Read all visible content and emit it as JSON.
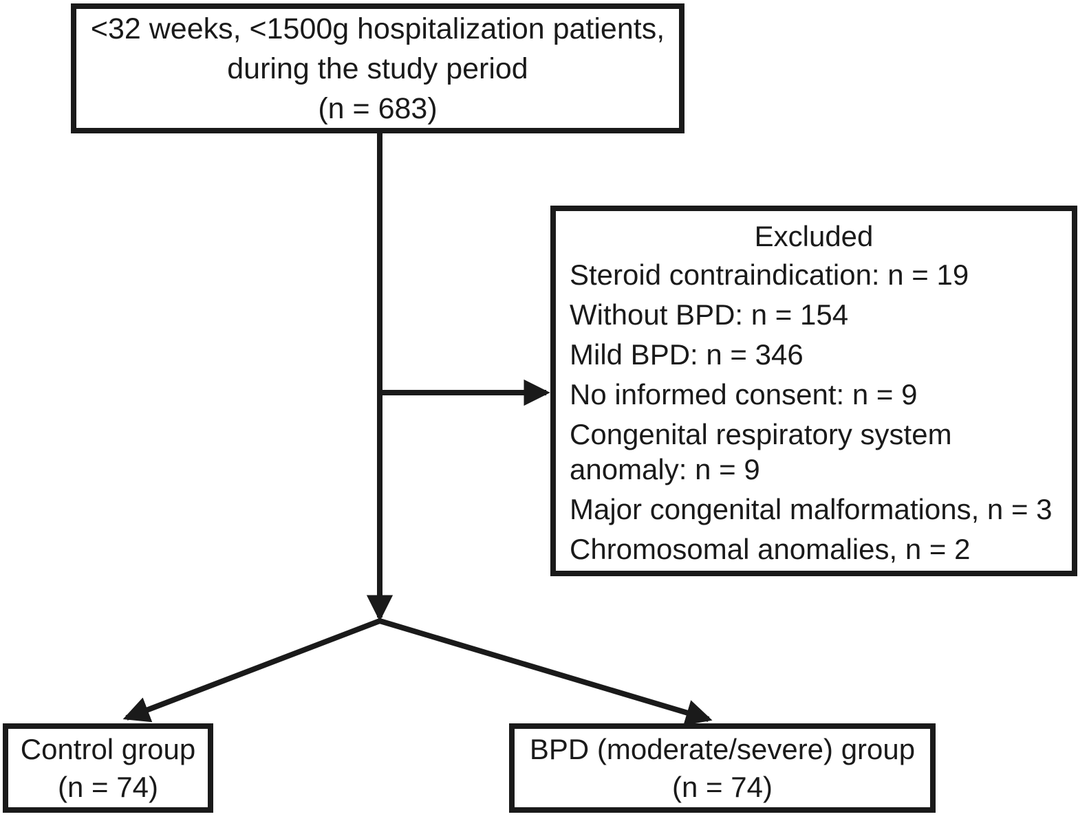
{
  "figure": {
    "background_color": "#ffffff",
    "line_color": "#1a1a1a",
    "text_color": "#1a1a1a"
  },
  "boxes": {
    "population": {
      "lines": [
        "<32 weeks, <1500g hospitalization patients,",
        "during the study period",
        "(n = 683)"
      ]
    },
    "excluded": {
      "title": "Excluded",
      "items": [
        "Steroid contraindication: n = 19",
        "Without BPD: n = 154",
        "Mild BPD: n = 346",
        "No informed consent: n = 9",
        "Congenital respiratory system anomaly: n = 9",
        "Major congenital malformations, n = 3",
        "Chromosomal anomalies, n = 2"
      ]
    },
    "control": {
      "lines": [
        "Control group",
        "(n = 74)"
      ]
    },
    "bpd": {
      "lines": [
        "BPD (moderate/severe) group",
        "(n = 74)"
      ]
    }
  }
}
